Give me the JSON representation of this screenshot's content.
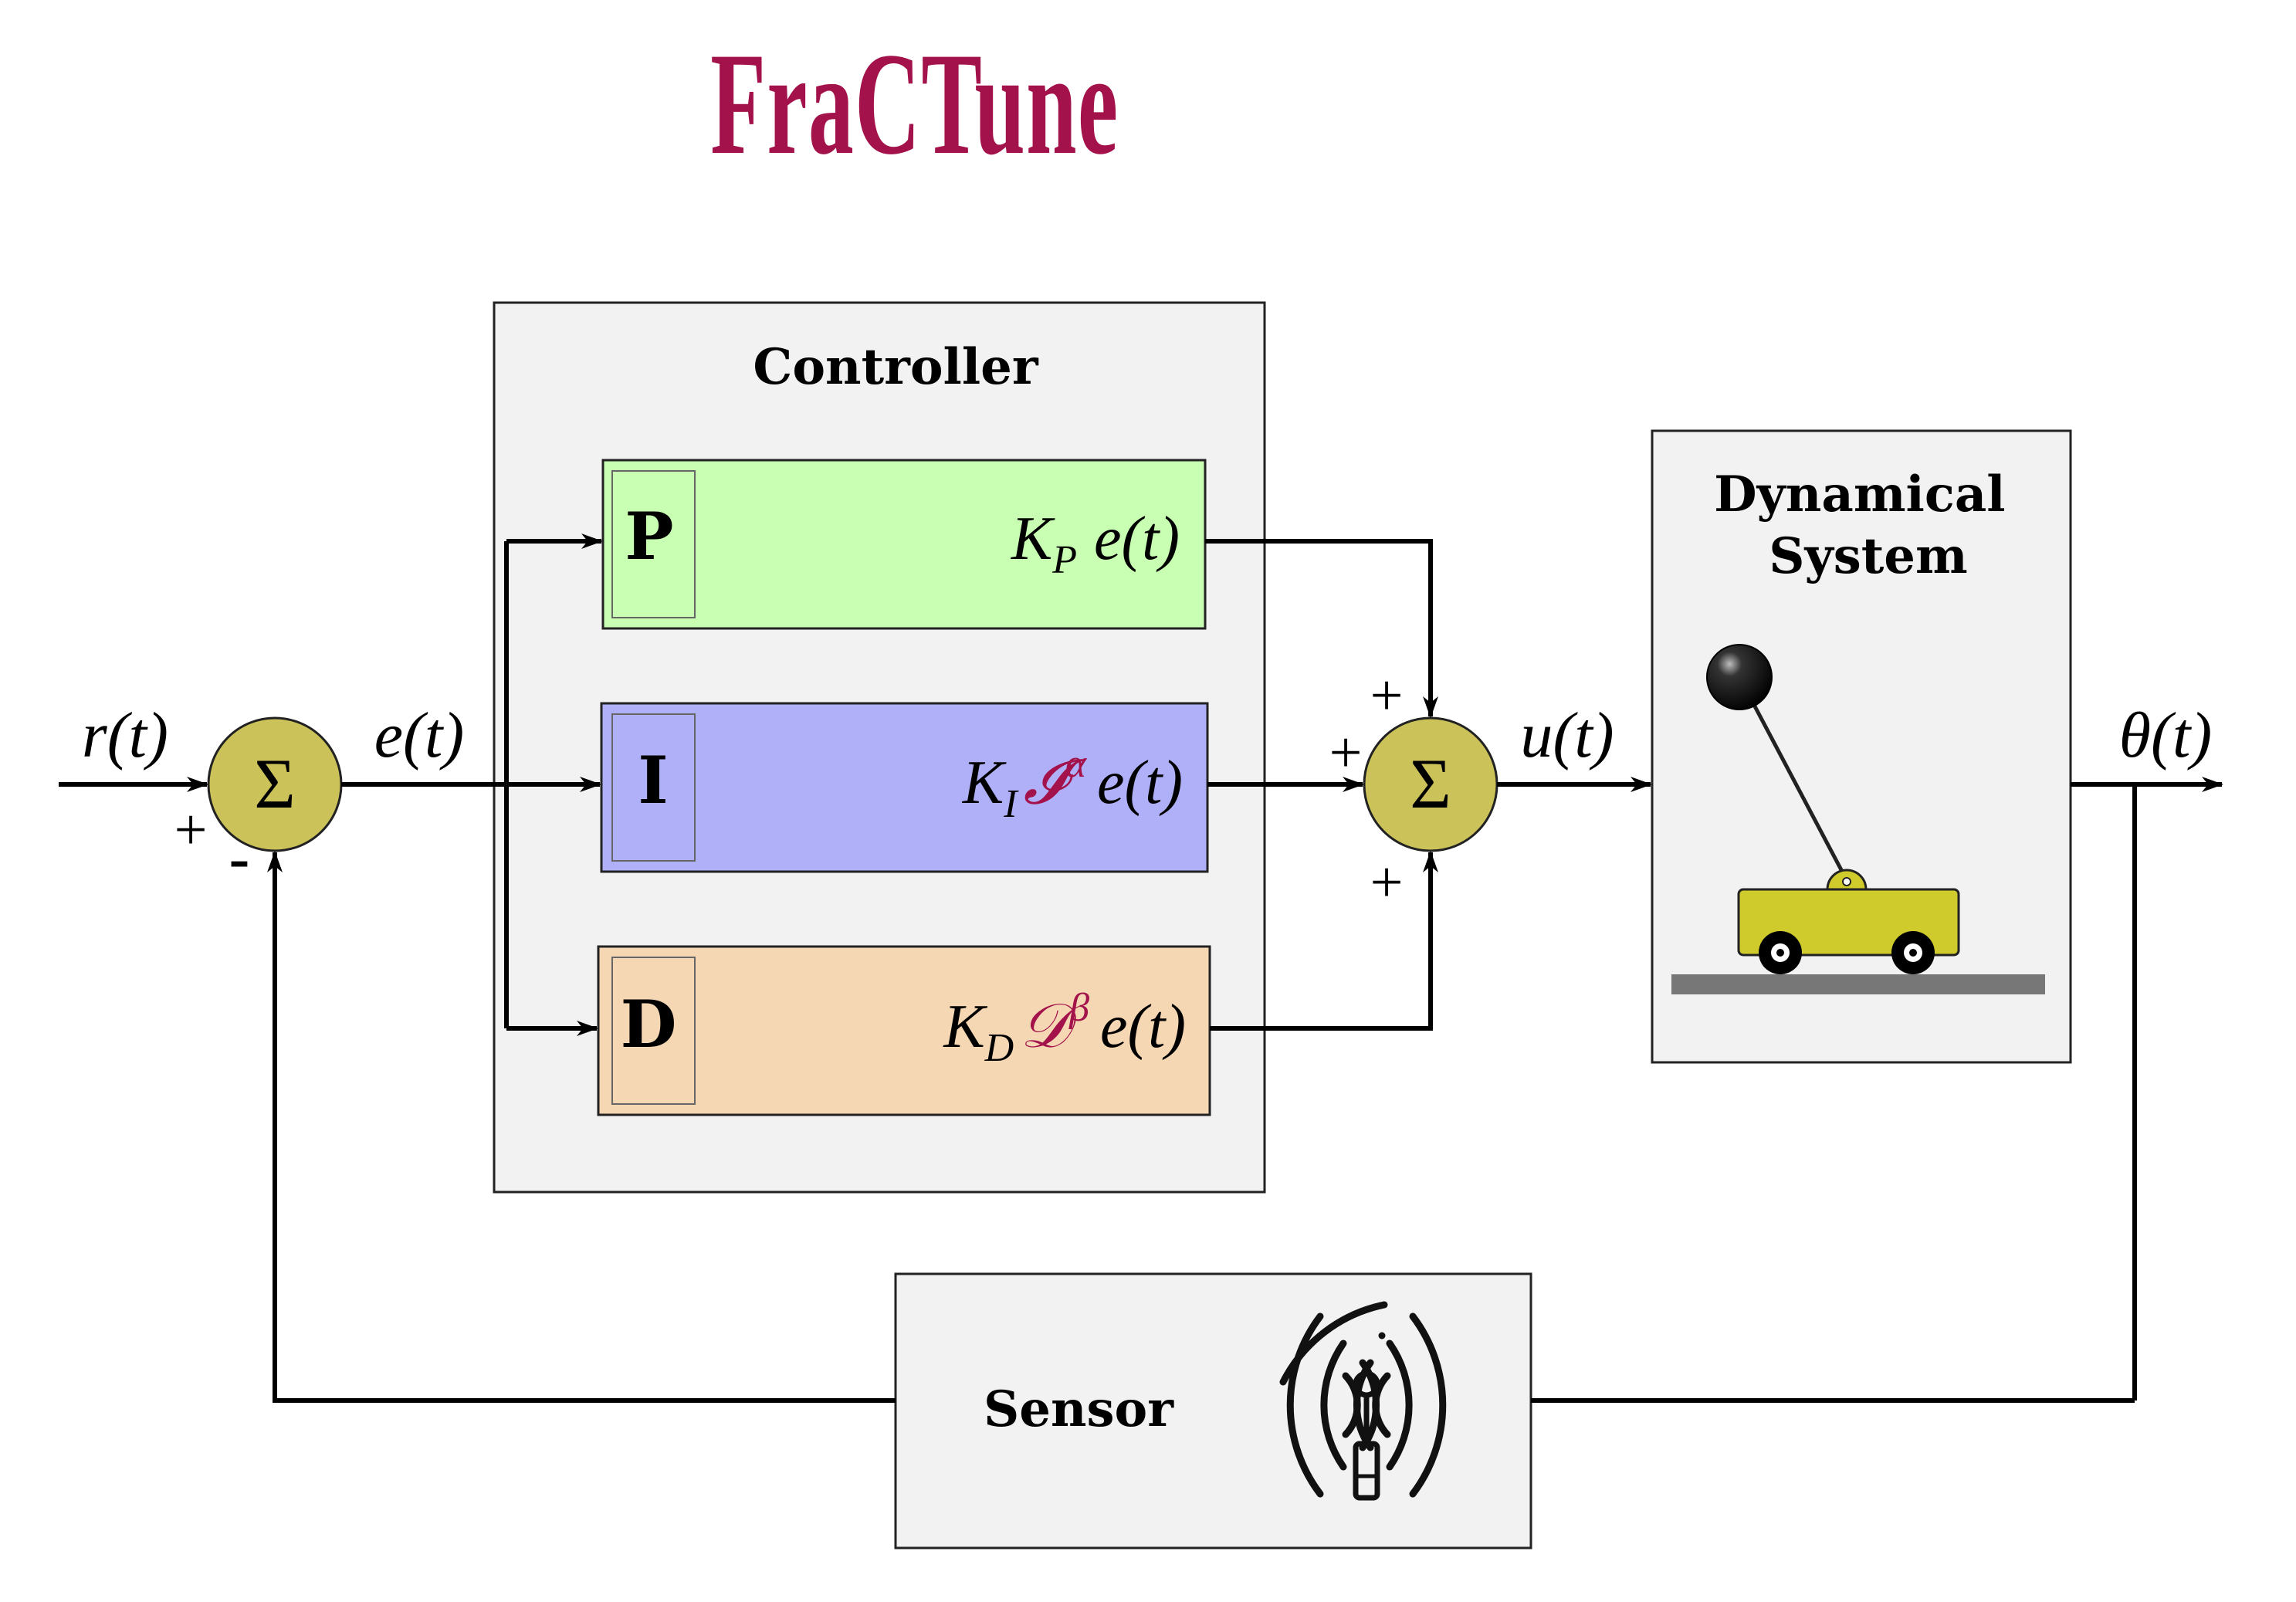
{
  "logo": {
    "text": "FraCTune",
    "color": "#a3124a"
  },
  "colors": {
    "p_block": "#c8ffb3",
    "i_block": "#b0b0f8",
    "d_block": "#f5d7b4",
    "summer": "#cbc25a",
    "panel": "#f2f2f2",
    "accent": "#a3124a",
    "cart": "#cfcb2c"
  },
  "controller": {
    "title": "Controller",
    "p": {
      "letter": "P",
      "K": "K",
      "K_sub": "P",
      "op": "",
      "op_sup": "",
      "signal": "e(t)"
    },
    "i": {
      "letter": "I",
      "K": "K",
      "K_sub": "I",
      "op": "𝓘",
      "op_sup": "α",
      "signal": "e(t)"
    },
    "d": {
      "letter": "D",
      "K": "K",
      "K_sub": "D",
      "op": "𝒟",
      "op_sup": "β",
      "signal": "e(t)"
    }
  },
  "system": {
    "title_line1": "Dynamical",
    "title_line2": "System"
  },
  "sensor": {
    "title": "Sensor",
    "icon": "antenna-signal-icon"
  },
  "signals": {
    "reference": "r(t)",
    "error": "e(t)",
    "control": "u(t)",
    "output": "θ(t)"
  },
  "summing_junctions": {
    "input": {
      "symbol": "Σ",
      "sign_reference": "+",
      "sign_feedback": "-"
    },
    "output": {
      "symbol": "Σ",
      "sign_top": "+",
      "sign_left": "+",
      "sign_bottom": "+"
    }
  }
}
